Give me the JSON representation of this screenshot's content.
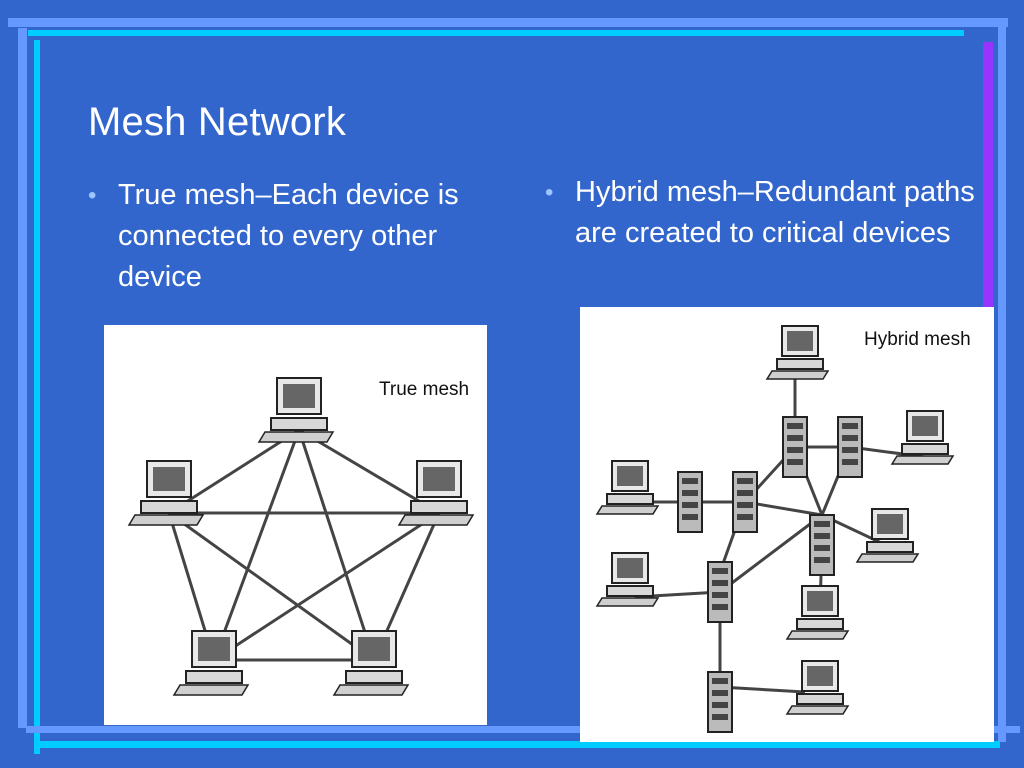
{
  "slide": {
    "title": "Mesh Network",
    "bullets": [
      {
        "text": "True mesh–Each device is connected to every other device"
      },
      {
        "text": "Hybrid mesh–Redundant paths are created to critical devices"
      }
    ]
  },
  "figures": {
    "true_mesh": {
      "label": "True mesh"
    },
    "hybrid_mesh": {
      "label": "Hybrid mesh"
    }
  },
  "colors": {
    "background": "#3366CC",
    "stripe_light": "#6699FF",
    "stripe_cyan": "#00CCFF",
    "stripe_purple": "#9933FF",
    "text": "#FFFFFF"
  }
}
